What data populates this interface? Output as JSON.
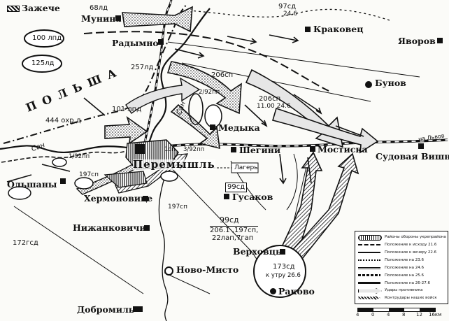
{
  "towns": {
    "zazheche": "Зажече",
    "munina": "Мунина",
    "radymno": "Радымно",
    "krakovets": "Краковец",
    "yavorov": "Яворов",
    "bunov": "Бунов",
    "medyka": "Медыка",
    "sheginy": "Шегини",
    "mostiska": "Мостиска",
    "sudova_vishnya": "Судовая Вишня",
    "przemysl": "Перемышль",
    "olshany": "Ольшаны",
    "khermonovitse": "Хермоновице",
    "gusakov": "Гусаков",
    "nizhankovichi": "Нижанковичи",
    "verkhovtsy": "Верховцы",
    "novo_misto": "Ново-Мисто",
    "rakovo": "Раково",
    "dobromil": "Добромиль"
  },
  "labels": {
    "poland": "П  О  Л  Ь  Ш  А",
    "san_river_west": "Сан",
    "san_river_north": "Сан",
    "camp": "Лагерь",
    "to_lvov": "на Львов"
  },
  "units": {
    "u68ld": "68лд",
    "u97sd": "97сд",
    "u97sd_date": "24.6",
    "u100ld": "100 лпд",
    "u125ld": "125лд",
    "u257ld": "257лд",
    "u206sp_a": "206сп",
    "u2_92pp": "2/92пп",
    "u206sp_b": "206сп",
    "u206sp_b_time": "11.00 24.6",
    "u101ld": "101 лпд",
    "u444": "444 охр.д",
    "u1_92pp": "1/92пп",
    "u1sp": "1сп",
    "u3_92pp": "3/92пп",
    "u197sp_a": "197сп",
    "u197sp_b": "197сп",
    "u99sd_box": "99сд",
    "u99sd": "99сд",
    "u99sd_l1": "206.1 ,197сп,",
    "u99sd_l2": "22лап,7гап",
    "u172gsd": "172гсд",
    "u173sd": "173сд",
    "u173sd_time": "к утру 26.6"
  },
  "legend": {
    "items": [
      "Районы обороны укрепрайона",
      "Положение к исходу 21.6",
      "Положение к вечеру 22.6",
      "Положение на 23.6",
      "Положение на 24.6",
      "Положение на 25.6",
      "Положение на 26-27.6",
      "Удары противника",
      "Контрудары наших войск"
    ]
  },
  "scale": {
    "ticks": [
      "4",
      "0",
      "4",
      "8",
      "12",
      "16км"
    ]
  }
}
